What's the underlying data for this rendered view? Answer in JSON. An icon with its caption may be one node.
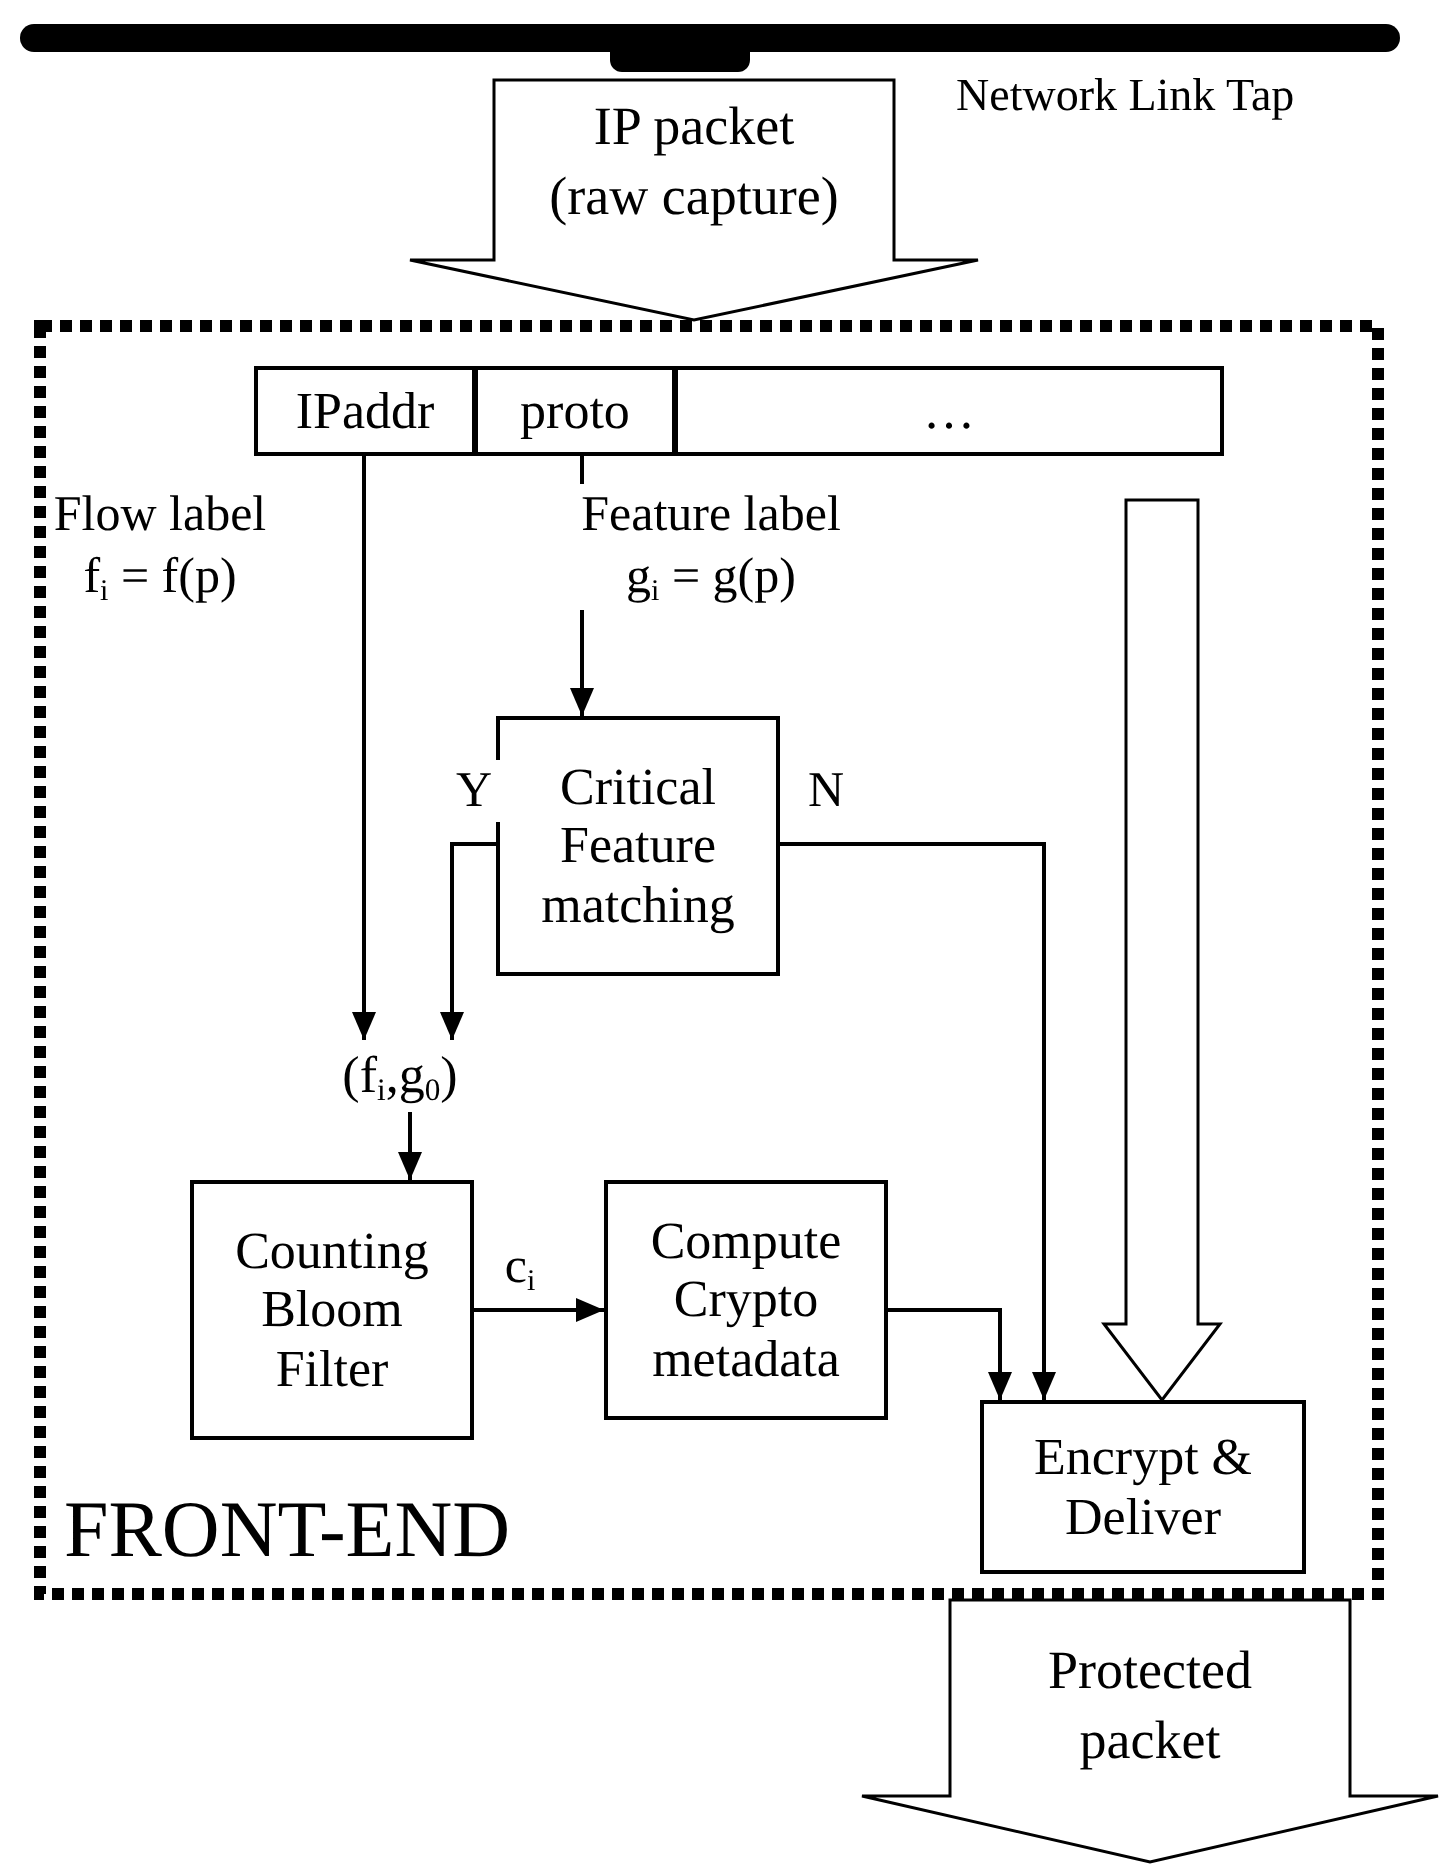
{
  "diagram": {
    "nodes": [
      {
        "text": [],
        "shape": "bar",
        "beside": [
          "Network Link Tap"
        ]
      },
      {
        "text": [
          "FRONT-END"
        ]
      },
      {
        "text": [
          "IPaddr"
        ],
        "in": 1
      },
      {
        "text": [
          "proto"
        ],
        "in": 1
      },
      {
        "text": [
          "…"
        ],
        "in": 1
      },
      {
        "text": [
          "Critical Feature matching"
        ],
        "in": 1
      },
      {
        "text": [
          "(f$_{i}$,g$_{0}$)"
        ],
        "in": 1
      },
      {
        "text": [
          "Counting Bloom Filter"
        ],
        "in": 1
      },
      {
        "text": [
          "Compute Crypto metadata"
        ],
        "in": 1
      },
      {
        "text": [
          "Encrypt & Deliver"
        ],
        "in": 1
      }
    ],
    "edges": [
      {
        "from": 0,
        "to": 1,
        "arrow": "to",
        "style": "thick",
        "label": "IP packet (raw capture)"
      },
      {
        "from": 2,
        "to": 6,
        "arrow": "to",
        "label": "Flow label f$_{i}$ = f(p)"
      },
      {
        "from": 3,
        "to": 5,
        "arrow": "to",
        "label": "Feature label g$_{i}$ = g(p)"
      },
      {
        "from": 5,
        "to": 6,
        "arrow": "to",
        "label": "Y"
      },
      {
        "from": 5,
        "to": 9,
        "arrow": "to",
        "label": "N"
      },
      {
        "from": 6,
        "to": 7,
        "arrow": "to"
      },
      {
        "from": 7,
        "to": 8,
        "arrow": "to",
        "label": "c$_{i}$"
      },
      {
        "from": 8,
        "to": 9,
        "arrow": "to"
      },
      {
        "from": 4,
        "to": 9,
        "arrow": "to",
        "style": "thick"
      },
      {
        "from": 1,
        "to": null,
        "arrow": "to",
        "style": "thick",
        "label": "Protected packet"
      }
    ]
  }
}
